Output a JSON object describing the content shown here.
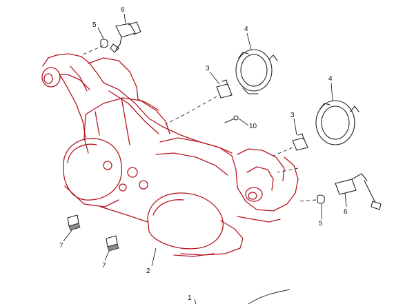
{
  "callouts": {
    "c1": "1",
    "c2": "2",
    "c3a": "3",
    "c3b": "3",
    "c4a": "4",
    "c4b": "4",
    "c5a": "5",
    "c5b": "5",
    "c6a": "6",
    "c6b": "6",
    "c7a": "7",
    "c7b": "7",
    "c10": "10"
  },
  "colors": {
    "assembly_outline": "#b4141e",
    "part_outline": "#222222"
  }
}
